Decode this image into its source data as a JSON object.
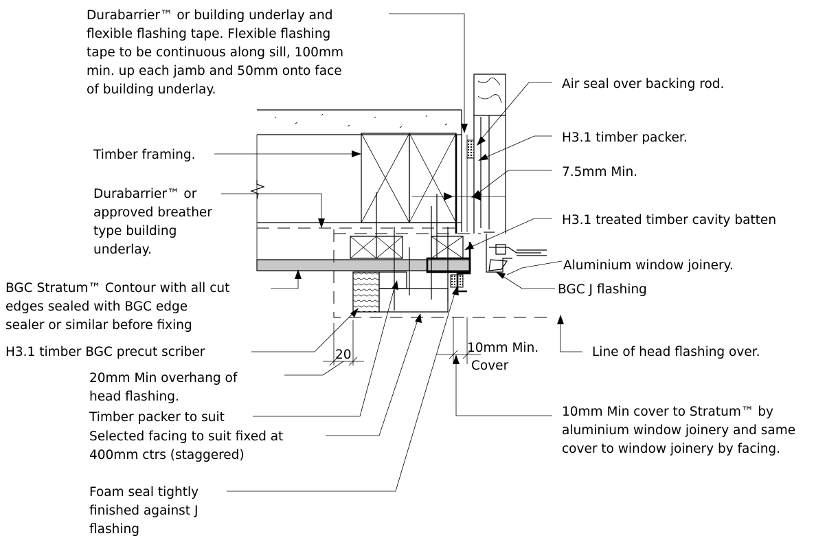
{
  "labels": {
    "durabarrier_top": [
      "Durabarrier™ or building underlay and",
      "flexible flashing tape. Flexible flashing",
      "tape to be continuous along sill, 100mm",
      "min. up each jamb and 50mm onto face",
      "of building underlay."
    ],
    "timber_framing": [
      "Timber framing."
    ],
    "durabarrier_left": [
      "Durabarrier™ or",
      "approved breather",
      "type building",
      "underlay."
    ],
    "stratum_contour": [
      "BGC Stratum™ Contour with all cut",
      "edges sealed with BGC edge",
      "sealer or similar before fixing"
    ],
    "precut_scriber": [
      "H3.1 timber BGC precut scriber"
    ],
    "overhang": [
      "20mm Min overhang of",
      "head flashing."
    ],
    "timber_packer_suit": [
      "Timber packer to suit"
    ],
    "selected_facing": [
      "Selected facing to suit fixed at",
      "400mm ctrs (staggered)"
    ],
    "foam_seal": [
      "Foam seal tightly",
      "finished against J",
      "flashing"
    ],
    "air_seal": [
      "Air seal over backing rod."
    ],
    "h31_packer": [
      "H3.1 timber packer."
    ],
    "min_75": [
      "7.5mm Min."
    ],
    "cavity_batten": [
      "H3.1 treated timber cavity batten"
    ],
    "aluminium_joinery": [
      "Aluminium window joinery."
    ],
    "j_flashing": [
      "BGC J flashing"
    ],
    "head_flashing_line": [
      "Line of head flashing over."
    ],
    "min_cover_10": [
      "10mm Min cover to Stratum™ by",
      "aluminium window joinery and same",
      "cover to window joinery by facing."
    ],
    "dim_10mm": [
      "10mm Min.",
      "Cover"
    ],
    "dim_20": [
      "20"
    ]
  }
}
